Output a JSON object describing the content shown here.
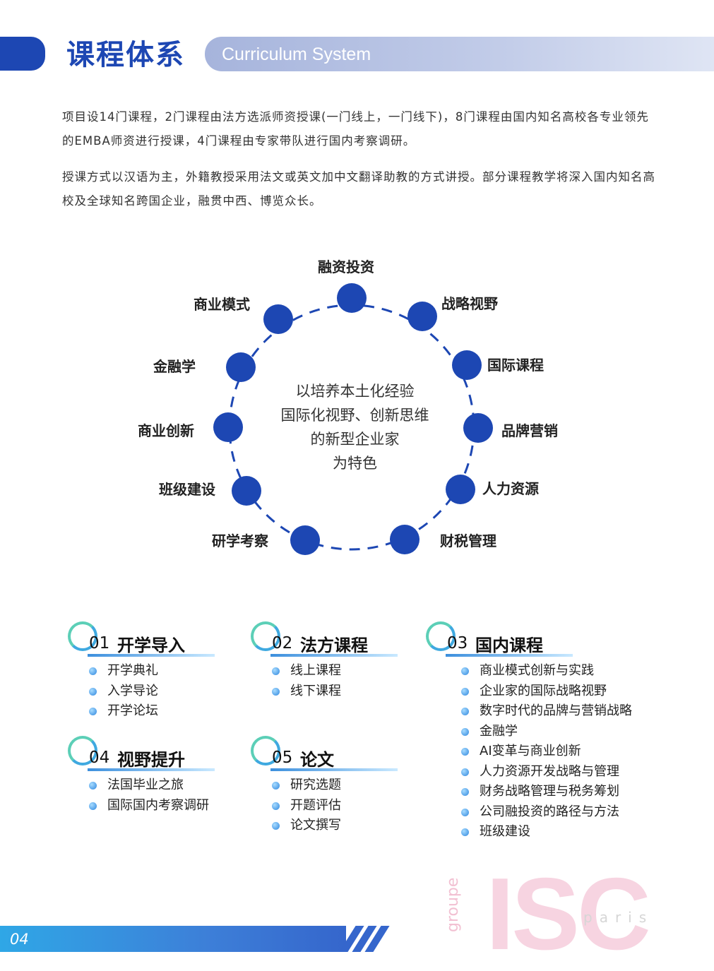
{
  "header": {
    "title": "课程体系",
    "subtitle": "Curriculum System"
  },
  "intro": {
    "p1": "项目设14门课程，2门课程由法方选派师资授课(一门线上，一门线下)，8门课程由国内知名高校各专业领先的EMBA师资进行授课，4门课程由专家带队进行国内考察调研。",
    "p2": "授课方式以汉语为主，外籍教授采用法文或英文加中文翻译助教的方式讲授。部分课程教学将深入国内知名高校及全球知名跨国企业，融贯中西、博览众长。"
  },
  "diagram": {
    "center": [
      "以培养本土化经验",
      "国际化视野、创新思维",
      "的新型企业家",
      "为特色"
    ],
    "nodes": [
      "融资投资",
      "战略视野",
      "国际课程",
      "品牌营销",
      "人力资源",
      "财税管理",
      "研学考察",
      "班级建设",
      "商业创新",
      "金融学",
      "商业模式"
    ],
    "node_color": "#1d47b3"
  },
  "modules": [
    {
      "num": "01",
      "name": "开学导入",
      "items": [
        "开学典礼",
        "入学导论",
        "开学论坛"
      ]
    },
    {
      "num": "02",
      "name": "法方课程",
      "items": [
        "线上课程",
        "线下课程"
      ]
    },
    {
      "num": "03",
      "name": "国内课程",
      "items": [
        "商业模式创新与实践",
        "企业家的国际战略视野",
        "数字时代的品牌与营销战略",
        "金融学",
        "AI变革与商业创新",
        "人力资源开发战略与管理",
        "财务战略管理与税务筹划",
        "公司融投资的路径与方法",
        "班级建设"
      ]
    },
    {
      "num": "04",
      "name": "视野提升",
      "items": [
        "法国毕业之旅",
        "国际国内考察调研"
      ]
    },
    {
      "num": "05",
      "name": "论文",
      "items": [
        "研究选题",
        "开题评估",
        "论文撰写"
      ]
    }
  ],
  "footer": {
    "page": "04",
    "logo_group": "groupe",
    "logo_main": "ISC",
    "logo_city": "paris"
  },
  "colors": {
    "brand": "#1d47b3",
    "accent_ring": "#5ccfb7",
    "accent_line": "#3c8fdd",
    "logo": "#f7d4e1"
  }
}
